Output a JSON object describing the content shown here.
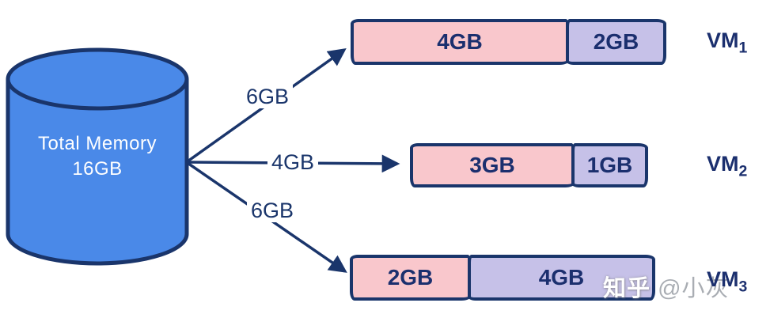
{
  "colors": {
    "cylinder_fill": "#4a89e8",
    "outline_navy": "#1a356b",
    "segment_pink": "#f9c7cc",
    "segment_purple": "#c6c1e8",
    "bar_text_navy": "#1b2f6e",
    "watermark_gray": "#a9adb3"
  },
  "cylinder": {
    "title_line1": "Total Memory",
    "title_line2": "16GB"
  },
  "arrows": [
    {
      "label": "6GB",
      "target": "VM1"
    },
    {
      "label": "4GB",
      "target": "VM2"
    },
    {
      "label": "6GB",
      "target": "VM3"
    }
  ],
  "vms": [
    {
      "name": "VM",
      "index": "1",
      "segments": [
        {
          "label": "4GB",
          "type": "pink"
        },
        {
          "label": "2GB",
          "type": "purple"
        }
      ]
    },
    {
      "name": "VM",
      "index": "2",
      "segments": [
        {
          "label": "3GB",
          "type": "pink"
        },
        {
          "label": "1GB",
          "type": "purple"
        }
      ]
    },
    {
      "name": "VM",
      "index": "3",
      "segments": [
        {
          "label": "2GB",
          "type": "pink"
        },
        {
          "label": "4GB",
          "type": "purple"
        }
      ]
    }
  ],
  "watermark": {
    "brand": "知乎",
    "user": "@小灰"
  }
}
